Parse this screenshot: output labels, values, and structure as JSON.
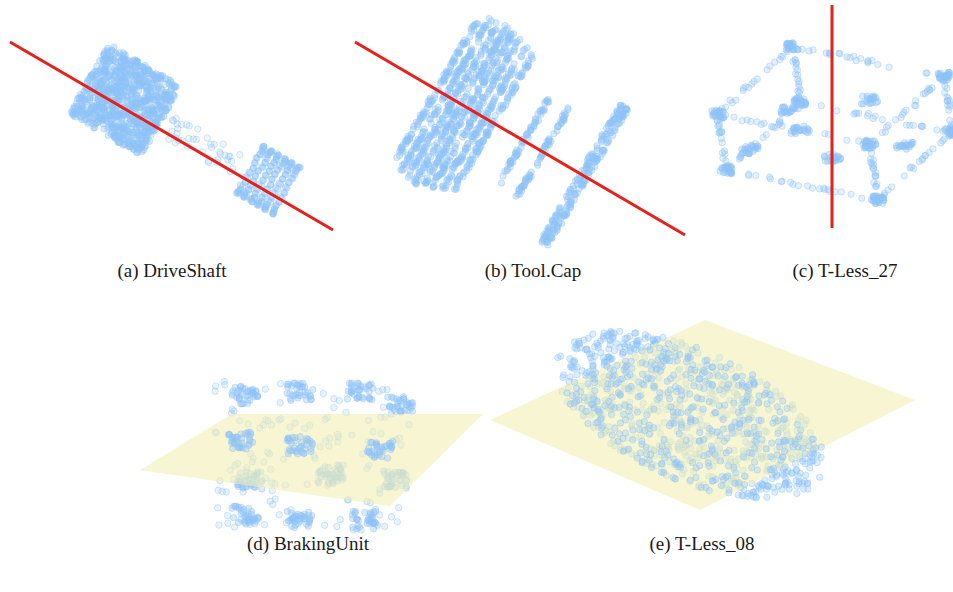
{
  "diagram": {
    "labels": [
      "(a) DriveShaft",
      "(b) Tool.Cap",
      "(c) T-Less_27",
      "(d) BrakingUnit",
      "(e) T-Less_08"
    ]
  }
}
